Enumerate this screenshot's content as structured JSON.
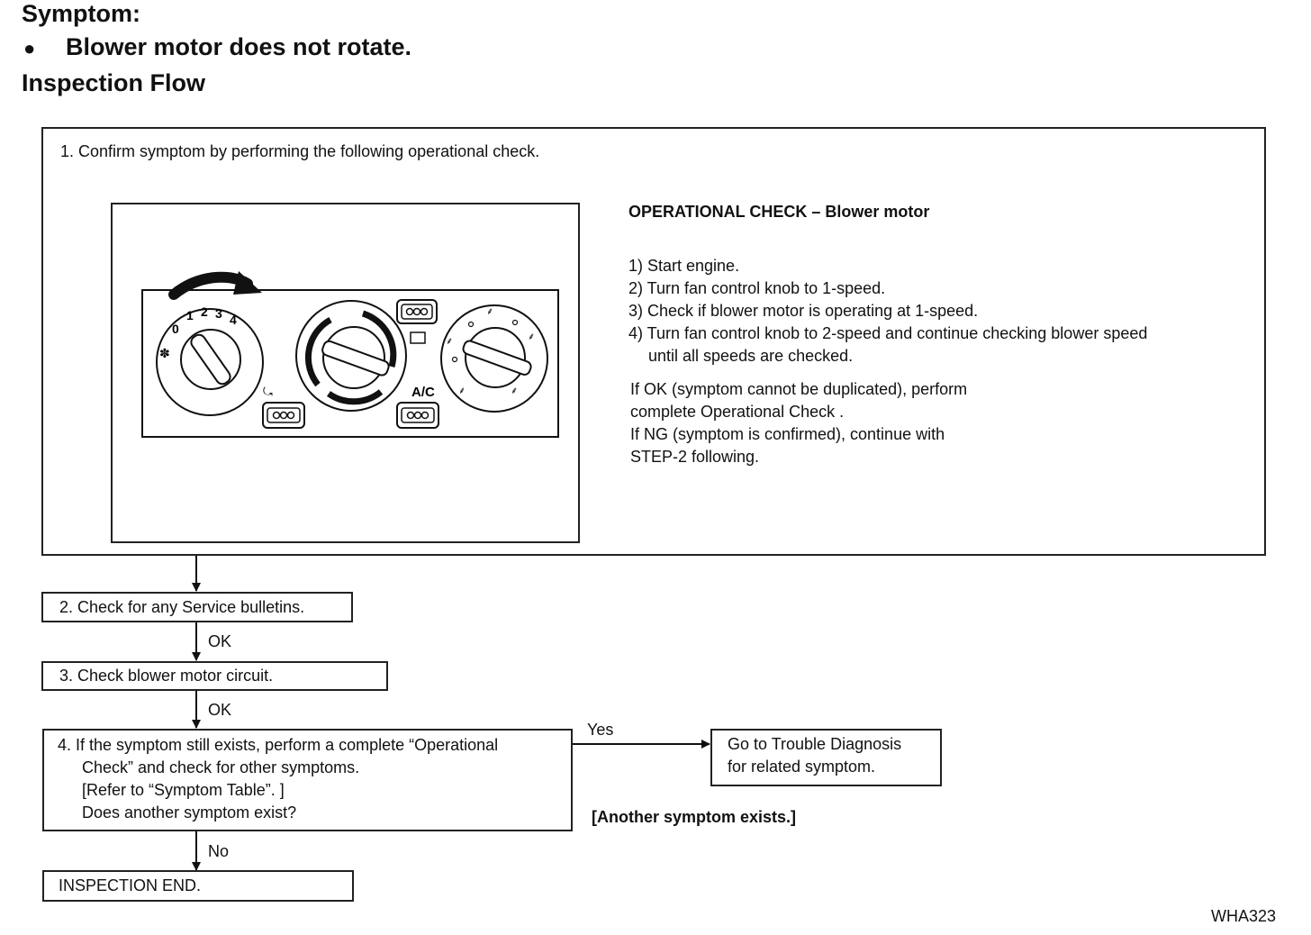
{
  "header": {
    "symptom_label": "Symptom:",
    "bullet": "●",
    "symptom_text": "Blower motor does not rotate.",
    "flow_title": "Inspection Flow"
  },
  "step1": {
    "title": "1.  Confirm symptom by performing the following operational check.",
    "check_title": "OPERATIONAL CHECK – Blower motor",
    "check_steps": [
      "1) Start engine.",
      "2) Turn fan control knob to 1-speed.",
      "3) Check if blower motor is operating at 1-speed.",
      "4) Turn fan control knob to 2-speed and continue checking blower speed",
      "until all speeds are checked."
    ],
    "result_lines": [
      "If OK (symptom cannot be duplicated), perform",
      "complete Operational Check .",
      "If NG (symptom is confirmed), continue with",
      "STEP-2 following."
    ],
    "panel": {
      "fan_speeds": [
        "0",
        "1",
        "2",
        "3",
        "4"
      ],
      "ac_label": "A/C"
    }
  },
  "step2": {
    "text": "2.  Check for any Service bulletins."
  },
  "step3": {
    "text": "3.  Check blower motor circuit."
  },
  "step4": {
    "lines": [
      "4.  If the symptom still exists, perform a complete “Operational",
      "Check” and check for other symptoms.",
      "[Refer to “Symptom Table”. ]",
      "Does another symptom exist?"
    ]
  },
  "step_end": {
    "text": "INSPECTION END."
  },
  "trouble": {
    "lines": [
      "Go to Trouble Diagnosis",
      "for related symptom."
    ]
  },
  "labels": {
    "ok1": "OK",
    "ok2": "OK",
    "yes": "Yes",
    "no": "No",
    "another": "[Another symptom exists.]"
  },
  "figure_id": "WHA323"
}
